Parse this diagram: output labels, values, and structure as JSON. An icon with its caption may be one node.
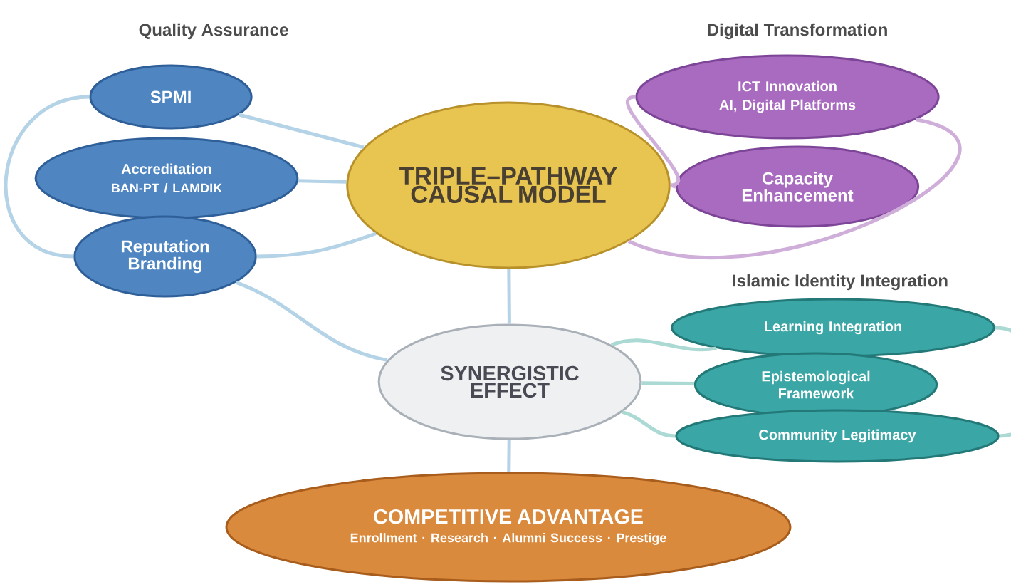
{
  "diagram": {
    "nodes": [
      {
        "text": [
          "SPMI"
        ]
      },
      {
        "text": [
          "Accreditation",
          "BAN-PT / LAMDIK"
        ]
      },
      {
        "text": [
          "Reputation Branding"
        ]
      },
      {
        "text": [
          "TRIPLE–PATHWAY CAUSAL MODEL"
        ]
      },
      {
        "text": [
          "ICT Innovation",
          "AI, Digital Platforms"
        ]
      },
      {
        "text": [
          "Capacity Enhancement"
        ]
      },
      {
        "text": [
          "SYNERGISTIC EFFECT"
        ]
      },
      {
        "text": [
          "Learning Integration"
        ]
      },
      {
        "text": [
          "Epistemological Framework"
        ]
      },
      {
        "text": [
          "Community Legitimacy"
        ]
      },
      {
        "text": [
          "COMPETITIVE ADVANTAGE",
          "Enrollment · Research · Alumni Success · Prestige"
        ]
      }
    ],
    "edges": [
      {
        "from": 0,
        "to": 3,
        "arrow": "none"
      },
      {
        "from": 1,
        "to": 3,
        "arrow": "none"
      },
      {
        "from": 2,
        "to": 3,
        "arrow": "none"
      },
      {
        "from": 0,
        "to": 2,
        "arrow": "none"
      },
      {
        "from": 2,
        "to": 6,
        "arrow": "none"
      },
      {
        "from": 4,
        "to": 3,
        "arrow": "none",
        "color": "#cfaed9"
      },
      {
        "from": 5,
        "to": 3,
        "arrow": "none",
        "color": "#cfaed9"
      },
      {
        "from": 4,
        "to": 3,
        "arrow": "none",
        "color": "#cfaed9"
      },
      {
        "from": 3,
        "to": 6,
        "arrow": "none"
      },
      {
        "from": 7,
        "to": 6,
        "arrow": "none",
        "color": "#abd9d3"
      },
      {
        "from": 8,
        "to": 6,
        "arrow": "none",
        "color": "#abd9d3"
      },
      {
        "from": 9,
        "to": 6,
        "arrow": "none",
        "color": "#abd9d3"
      },
      {
        "from": 7,
        "to": 9,
        "arrow": "none",
        "color": "#abd9d3"
      },
      {
        "from": 6,
        "to": 10,
        "arrow": "none"
      }
    ],
    "labels": [
      "Quality Assurance",
      "Digital Transformation",
      "Islamic Identity Integration"
    ]
  }
}
